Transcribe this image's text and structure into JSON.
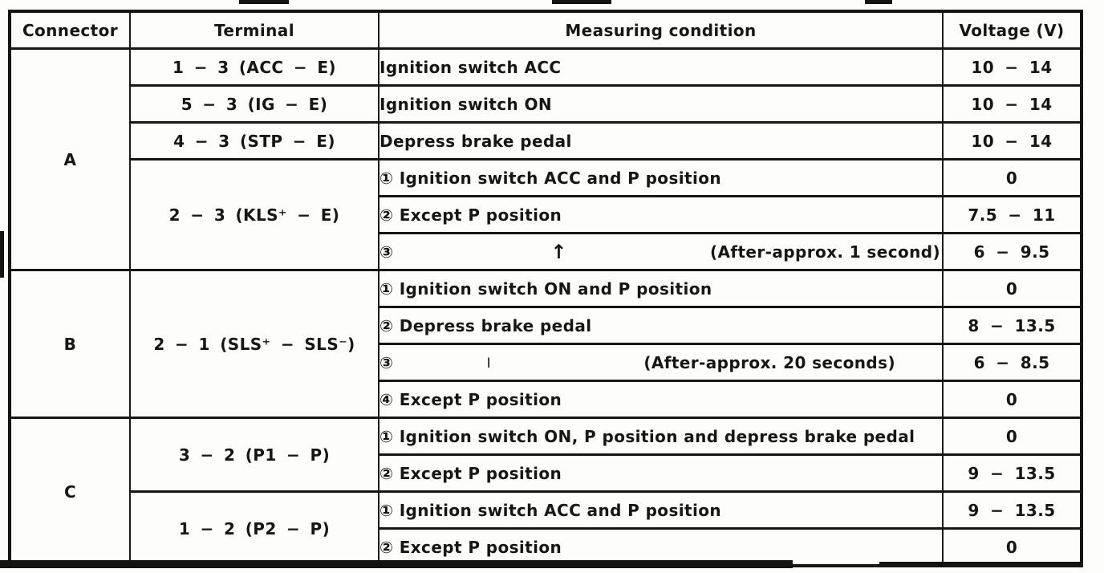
{
  "colors": {
    "ink": "#161616",
    "paper": "#fdfdfc"
  },
  "header": {
    "connector": "Connector",
    "terminal": "Terminal",
    "condition": "Measuring condition",
    "voltage": "Voltage (V)"
  },
  "connectors": [
    {
      "label": "A"
    },
    {
      "label": "B"
    },
    {
      "label": "C"
    }
  ],
  "terminals": [
    {
      "label": "1 − 3 (ACC − E)"
    },
    {
      "label": "5 − 3 (IG − E)"
    },
    {
      "label": "4 − 3 (STP − E)"
    },
    {
      "label": "2 − 3 (KLS⁺ − E)"
    },
    {
      "label": "2 − 1 (SLS⁺ − SLS⁻)"
    },
    {
      "label": "3 − 2 (P1 − P)"
    },
    {
      "label": "1 − 2 (P2 − P)"
    }
  ],
  "rows": [
    {
      "condition": "Ignition switch ACC",
      "voltage": "10 − 14"
    },
    {
      "condition": "Ignition switch ON",
      "voltage": "10 − 14"
    },
    {
      "condition": "Depress brake pedal",
      "voltage": "10 − 14"
    },
    {
      "condition": "① Ignition switch ACC and P position",
      "voltage": "0"
    },
    {
      "condition": "② Except P position",
      "voltage": "7.5 − 11"
    },
    {
      "num": "③",
      "symbol": "↑",
      "note": "(After-approx. 1 second)",
      "voltage": "6 − 9.5"
    },
    {
      "condition": "① Ignition switch ON and P position",
      "voltage": "0"
    },
    {
      "condition": "② Depress brake pedal",
      "voltage": "8 − 13.5"
    },
    {
      "num": "③",
      "symbol": "|",
      "note": "(After-approx. 20 seconds)",
      "voltage": "6 − 8.5"
    },
    {
      "condition": "④ Except P position",
      "voltage": "0"
    },
    {
      "condition": "① Ignition switch ON, P position and depress brake pedal",
      "voltage": "0"
    },
    {
      "condition": "② Except P position",
      "voltage": "9 − 13.5"
    },
    {
      "condition": "① Ignition switch ACC and P position",
      "voltage": "9 − 13.5"
    },
    {
      "condition": "② Except P position",
      "voltage": "0"
    }
  ]
}
